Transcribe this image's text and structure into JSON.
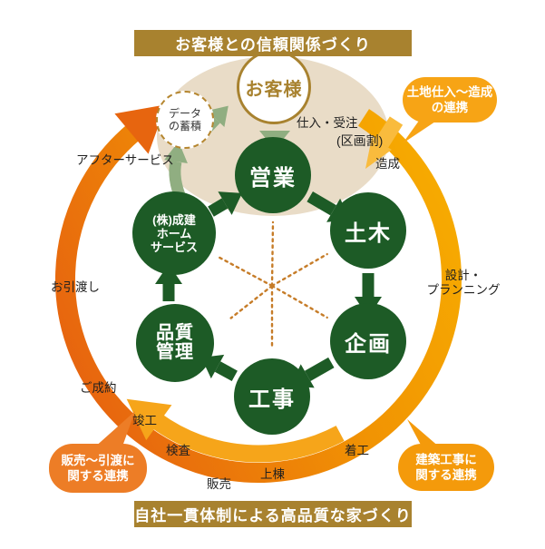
{
  "title_banners": {
    "top": "お客様との信頼関係づくり",
    "bottom": "自社一貫体制による高品質な家づくり"
  },
  "customer": "お客様",
  "data_accumulation": {
    "line1": "データ",
    "line2": "の蓄積"
  },
  "departments": {
    "sales": "営業",
    "civil_engineering": "土木",
    "planning": "企画",
    "construction": "工事",
    "quality_control": {
      "line1": "品質",
      "line2": "管理"
    },
    "home_service": {
      "line1": "(株)成建",
      "line2": "ホーム",
      "line3": "サービス"
    }
  },
  "process_labels": {
    "purchase_order": "仕入・受注",
    "subdivision": "(区画割)",
    "land_development": "造成",
    "design_line1": "設計・",
    "design_line2": "プランニング",
    "construction_start": "着工",
    "roof_raising": "上棟",
    "sales": "販売",
    "inspection": "検査",
    "completion": "竣工",
    "contract": "ご成約",
    "handover": "お引渡し",
    "after_service": "アフターサービス"
  },
  "callouts": {
    "land_purchase": {
      "line1": "土地仕入〜造成",
      "line2": "の連携"
    },
    "sales_handover": {
      "line1": "販売〜引渡に",
      "line2": "関する連携"
    },
    "building_works": {
      "line1": "建築工事に",
      "line2": "関する連携"
    }
  },
  "colors": {
    "banner_brown": "#a8822f",
    "circle_green": "#1d5b26",
    "sage_green": "#90ae81",
    "ring_yellow": "#f8b200",
    "ring_orange": "#e7650f",
    "beige_ellipse": "#e9dcc7",
    "callout_land": "#f7a415",
    "callout_sales": "#ed7d26",
    "callout_building": "#f49a0b"
  }
}
